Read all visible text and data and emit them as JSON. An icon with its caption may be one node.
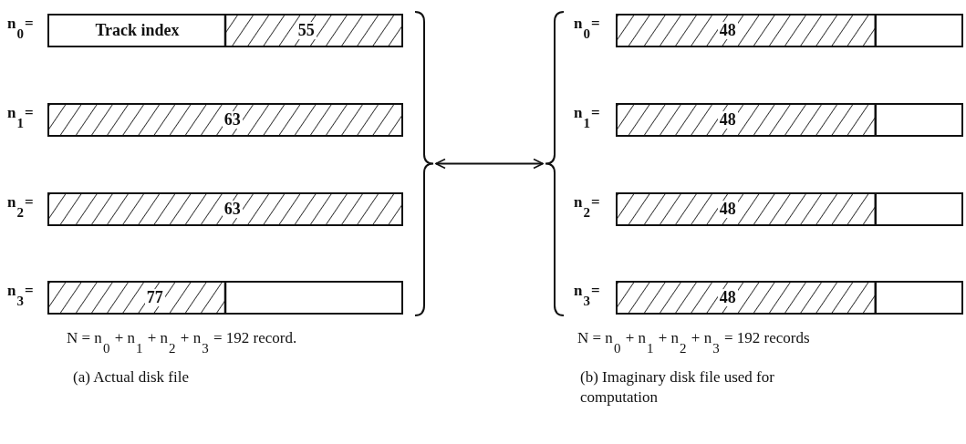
{
  "diagram": {
    "nodes": [
      {
        "text": [
          "Track index",
          "55"
        ],
        "beside": [
          "n$_{0}$="
        ]
      },
      {
        "text": [
          "63"
        ],
        "beside": [
          "n$_{1}$="
        ]
      },
      {
        "text": [
          "63"
        ],
        "beside": [
          "n$_{2}$="
        ]
      },
      {
        "text": [
          "77"
        ],
        "beside": [
          "n$_{3}$="
        ]
      },
      {
        "text": [],
        "shape": "brace"
      },
      {
        "text": [],
        "shape": "brace"
      },
      {
        "text": [
          "48"
        ],
        "beside": [
          "n$_{0}$="
        ]
      },
      {
        "text": [
          "48"
        ],
        "beside": [
          "n$_{1}$="
        ]
      },
      {
        "text": [
          "48"
        ],
        "beside": [
          "n$_{2}$="
        ]
      },
      {
        "text": [
          "48"
        ],
        "beside": [
          "n$_{3}$="
        ]
      }
    ],
    "edges": [
      {
        "from": 4,
        "to": 5,
        "arrow": "both"
      }
    ],
    "labels": [
      "N = n$_{0}$ + n$_{1}$ + n$_{2}$ + n$_{3}$ = 192 record.",
      "N = n$_{0}$ + n$_{1}$ + n$_{2}$ + n$_{3}$ = 192 records",
      "(a) Actual disk file",
      "(b) Imaginary disk file used for computation"
    ]
  }
}
